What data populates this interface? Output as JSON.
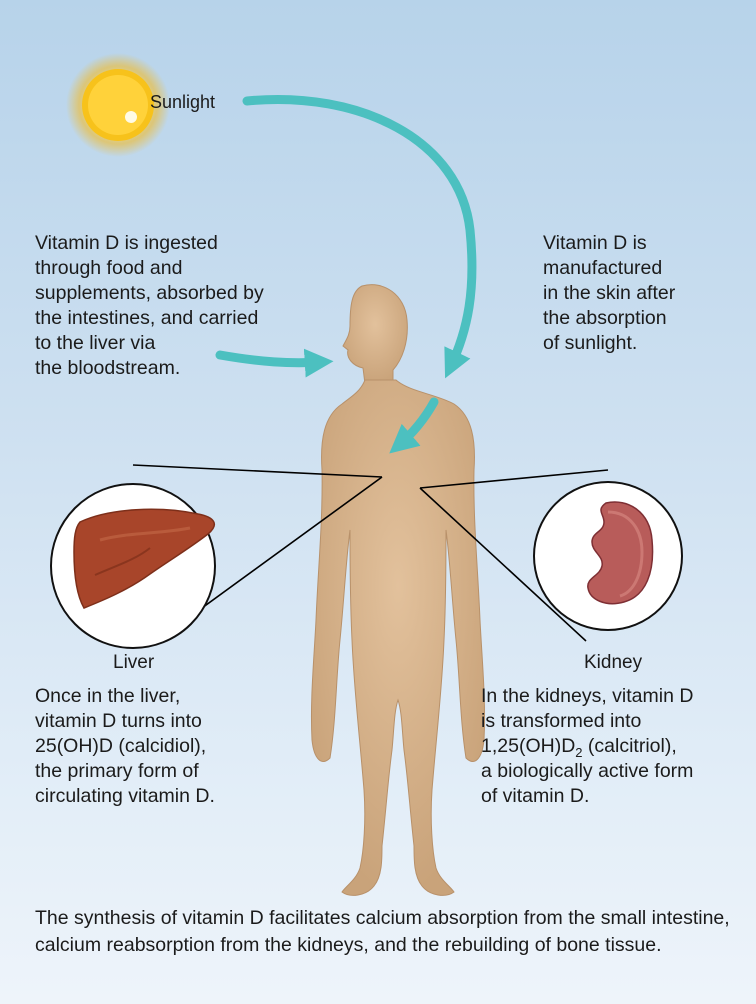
{
  "sun_label": "Sunlight",
  "ingest_text": "Vitamin D is ingested\nthrough food and\nsupplements, absorbed by\nthe intestines, and carried\nto the liver via\nthe bloodstream.",
  "skin_text": "Vitamin D is\nmanufactured\nin the skin after\nthe absorption\nof sunlight.",
  "liver_label": "Liver",
  "kidney_label": "Kidney",
  "liver_text": "Once in the liver,\nvitamin D turns into\n25(OH)D (calcidiol),\nthe primary form of\ncirculating vitamin D.",
  "kidney_text_1": "In the kidneys, vitamin D\nis transformed into\n1,25(OH)D",
  "kidney_text_sub": "2",
  "kidney_text_2": " (calcitriol),\na biologically active form\nof vitamin D.",
  "bottom_text": "The synthesis of vitamin D facilitates calcium absorption from the small intestine, calcium reabsorption from the kidneys, and the rebuilding of bone tissue.",
  "colors": {
    "arrow": "#4cc0c0",
    "skin": "#d8b48e",
    "liver": "#a8452a",
    "kidney": "#b8605e",
    "sun": "#f5c21a"
  }
}
